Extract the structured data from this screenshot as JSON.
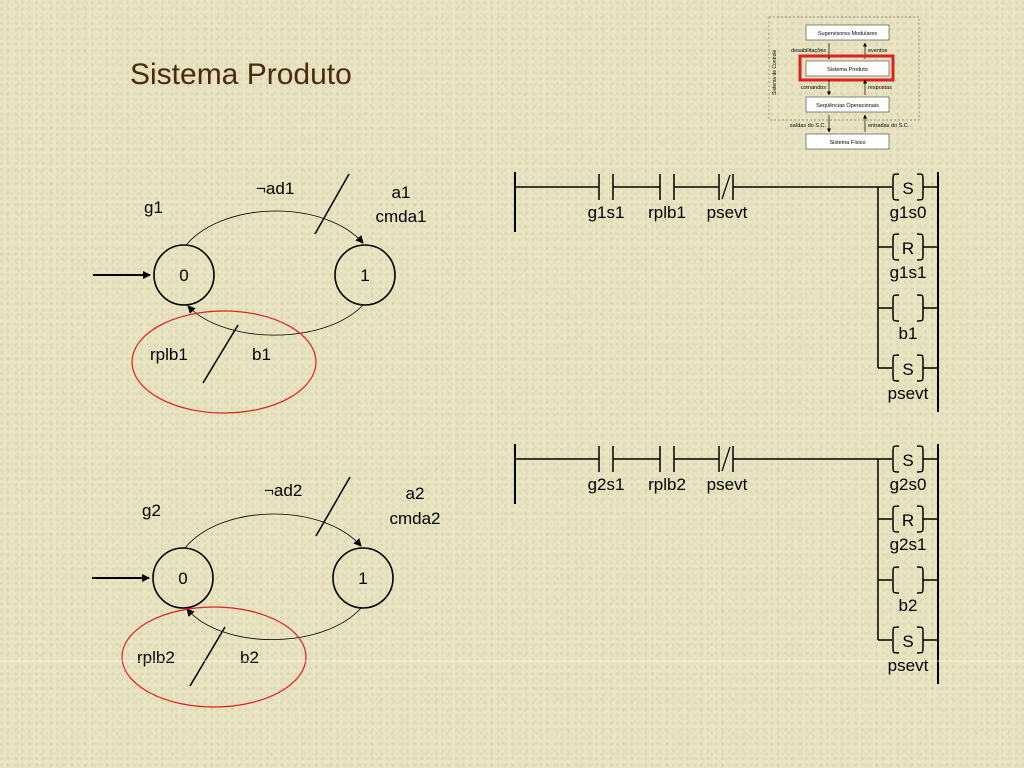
{
  "title": "Sistema Produto",
  "hierarchy": {
    "side_label": "Sistema de Controle",
    "boxes": {
      "supervisors": "Supervisores Modulares",
      "product": "Sistema Produto",
      "sequences": "Seqüências Operacionais",
      "physical": "Sistema Físico"
    },
    "arrows": {
      "disables": "desabilitações",
      "events": "eventos",
      "commands": "comandos",
      "responses": "respostas",
      "outputs": "saídas do S.C.",
      "inputs": "entradas do S.C."
    }
  },
  "automata": [
    {
      "name": "g1",
      "initial_state": "0",
      "other_state": "1",
      "top_event": "¬ad1",
      "top_output_1": "a1",
      "top_output_2": "cmda1",
      "bottom_event": "rplb1",
      "bottom_output": "b1"
    },
    {
      "name": "g2",
      "initial_state": "0",
      "other_state": "1",
      "top_event": "¬ad2",
      "top_output_1": "a2",
      "top_output_2": "cmda2",
      "bottom_event": "rplb2",
      "bottom_output": "b2"
    }
  ],
  "ladders": [
    {
      "contacts": [
        "g1s1",
        "rplb1",
        "psevt"
      ],
      "coils": [
        {
          "symbol": "S",
          "name": "g1s0"
        },
        {
          "symbol": "R",
          "name": "g1s1"
        },
        {
          "symbol": "",
          "name": "b1"
        },
        {
          "symbol": "S",
          "name": "psevt"
        }
      ]
    },
    {
      "contacts": [
        "g2s1",
        "rplb2",
        "psevt"
      ],
      "coils": [
        {
          "symbol": "S",
          "name": "g2s0"
        },
        {
          "symbol": "R",
          "name": "g2s1"
        },
        {
          "symbol": "",
          "name": "b2"
        },
        {
          "symbol": "S",
          "name": "psevt"
        }
      ]
    }
  ],
  "colors": {
    "title": "#4b2a0e",
    "highlight": "#e02020",
    "background": "#e9e5c3"
  }
}
